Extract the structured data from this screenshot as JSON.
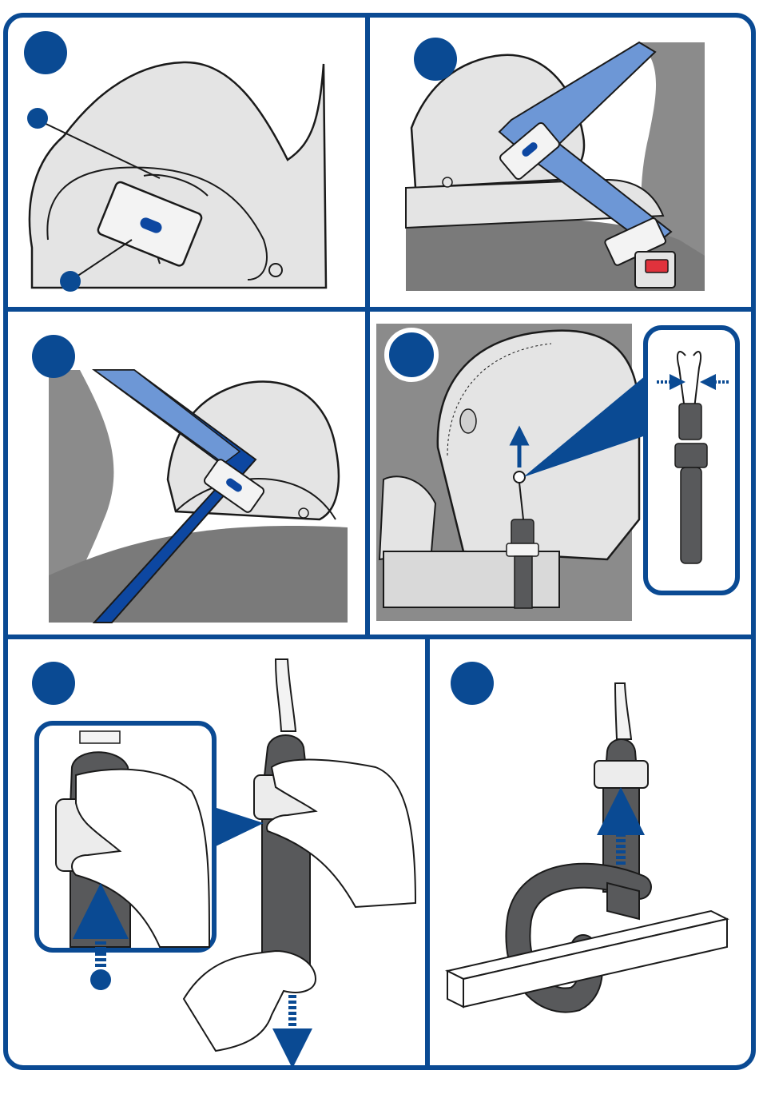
{
  "document": {
    "type": "instruction-diagram",
    "panel_count": 6,
    "text_labels": []
  },
  "colors": {
    "frame_blue": "#0a4a93",
    "marker_blue": "#0a4a93",
    "strap_light_blue": "#6d97d6",
    "strap_dark_blue": "#0d47a1",
    "seat_grey": "#e4e4e4",
    "car_seat_grey": "#8b8b8b",
    "tether_dark": "#58595b",
    "buckle_red": "#e0323c",
    "outline": "#1a1a1a"
  },
  "panels": [
    {
      "id": "panel-1",
      "shows": [
        "step-marker",
        "callout-dot",
        "callout-dot",
        "headrest",
        "belt-guide-clip"
      ]
    },
    {
      "id": "panel-2",
      "shows": [
        "step-marker",
        "headrest",
        "belt-guide-clip",
        "shoulder-belt",
        "belt-buckle"
      ]
    },
    {
      "id": "panel-3",
      "shows": [
        "step-marker",
        "headrest",
        "belt-guide-clip",
        "shoulder-belt",
        "car-seat"
      ]
    },
    {
      "id": "panel-4",
      "shows": [
        "step-marker",
        "child-seat",
        "top-tether",
        "up-arrow",
        "detail-inset",
        "squeeze-arrows"
      ]
    },
    {
      "id": "panel-5",
      "shows": [
        "step-marker",
        "tether-adjuster",
        "hand",
        "up-arrow",
        "down-arrow",
        "callout-dot",
        "detail-inset"
      ]
    },
    {
      "id": "panel-6",
      "shows": [
        "step-marker",
        "tether-strap",
        "anchor-bar",
        "up-arrow"
      ]
    }
  ]
}
